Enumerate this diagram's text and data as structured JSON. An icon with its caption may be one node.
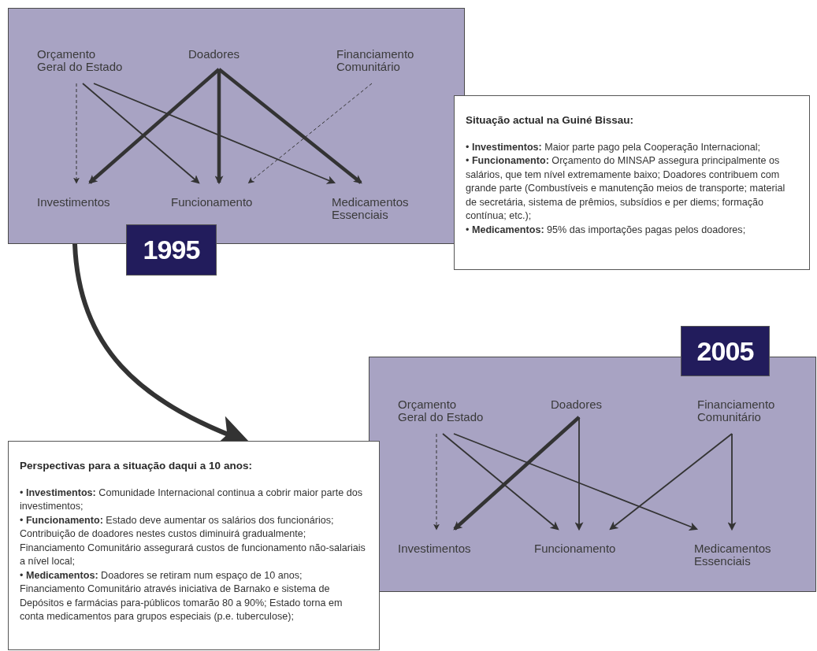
{
  "diagram": {
    "nodes": [
      {
        "text": [],
        "shape": "box"
      },
      {
        "text": [
          "Orçamento Geral do Estado"
        ],
        "in": 0
      },
      {
        "text": [
          "Doadores"
        ],
        "in": 0
      },
      {
        "text": [
          "Financiamento Comunitário"
        ],
        "in": 0
      },
      {
        "text": [
          "Investimentos"
        ],
        "in": 0
      },
      {
        "text": [
          "Funcionamento"
        ],
        "in": 0
      },
      {
        "text": [
          "Medicamentos Essenciais"
        ],
        "in": 0
      },
      {
        "text": [
          "1995"
        ]
      },
      {
        "text": [
          "Situação actual na Guiné Bissau:",
          "• **Investimentos:** Maior parte pago pela Cooperação Internacional;",
          "• **Funcionamento:** Orçamento do MINSAP assegura principalmente os salários, que tem nível extremamente baixo; Doadores contribuem com grande parte (Combustíveis e manutenção meios de transporte; material de secretária, sistema de prêmios, subsídios e per diems; formação contínua; etc.);",
          "• **Medicamentos:** 95% das importações pagas pelos doadores;"
        ]
      },
      {
        "text": [
          "2005"
        ]
      },
      {
        "text": [],
        "shape": "box"
      },
      {
        "text": [
          "Orçamento Geral do Estado"
        ],
        "in": 10
      },
      {
        "text": [
          "Doadores"
        ],
        "in": 10
      },
      {
        "text": [
          "Financiamento Comunitário"
        ],
        "in": 10
      },
      {
        "text": [
          "Investimentos"
        ],
        "in": 10
      },
      {
        "text": [
          "Funcionamento"
        ],
        "in": 10
      },
      {
        "text": [
          "Medicamentos Essenciais"
        ],
        "in": 10
      },
      {
        "text": [
          "Perspectivas para a situação daqui a 10 anos:",
          "• **Investimentos:** Comunidade Internacional continua a cobrir maior parte dos investimentos;",
          "• **Funcionamento:** Estado deve aumentar os salários dos funcionários; Contribuição de doadores nestes custos diminuirá gradualmente; Financiamento Comunitário assegurará custos de funcionamento não-salariais a nível local;",
          "• **Medicamentos:** Doadores se retiram num espaço de 10 anos; Financiamento Comunitário através iniciativa de Barnako e sistema de Depósitos e farmácias para-públicos tomarão 80 a 90%; Estado torna em conta medicamentos para grupos especiais (p.e. tuberculose);"
        ]
      }
    ],
    "edges": [
      {
        "from": 1,
        "to": 4,
        "arrow": "to",
        "style": "dashed"
      },
      {
        "from": 1,
        "to": 5,
        "arrow": "to"
      },
      {
        "from": 1,
        "to": 6,
        "arrow": "to"
      },
      {
        "from": 2,
        "to": 4,
        "arrow": "to",
        "style": "thick"
      },
      {
        "from": 2,
        "to": 5,
        "arrow": "to",
        "style": "thick"
      },
      {
        "from": 2,
        "to": 6,
        "arrow": "to",
        "style": "thick"
      },
      {
        "from": 3,
        "to": 5,
        "arrow": "to",
        "style": "dashed"
      },
      {
        "from": 0,
        "to": 17,
        "arrow": "to",
        "style": "thick"
      },
      {
        "from": 11,
        "to": 14,
        "arrow": "to",
        "style": "dashed"
      },
      {
        "from": 11,
        "to": 15,
        "arrow": "to"
      },
      {
        "from": 11,
        "to": 16,
        "arrow": "to"
      },
      {
        "from": 12,
        "to": 14,
        "arrow": "to",
        "style": "thick"
      },
      {
        "from": 12,
        "to": 15,
        "arrow": "to"
      },
      {
        "from": 13,
        "to": 15,
        "arrow": "to"
      },
      {
        "from": 13,
        "to": 16,
        "arrow": "to"
      }
    ]
  }
}
